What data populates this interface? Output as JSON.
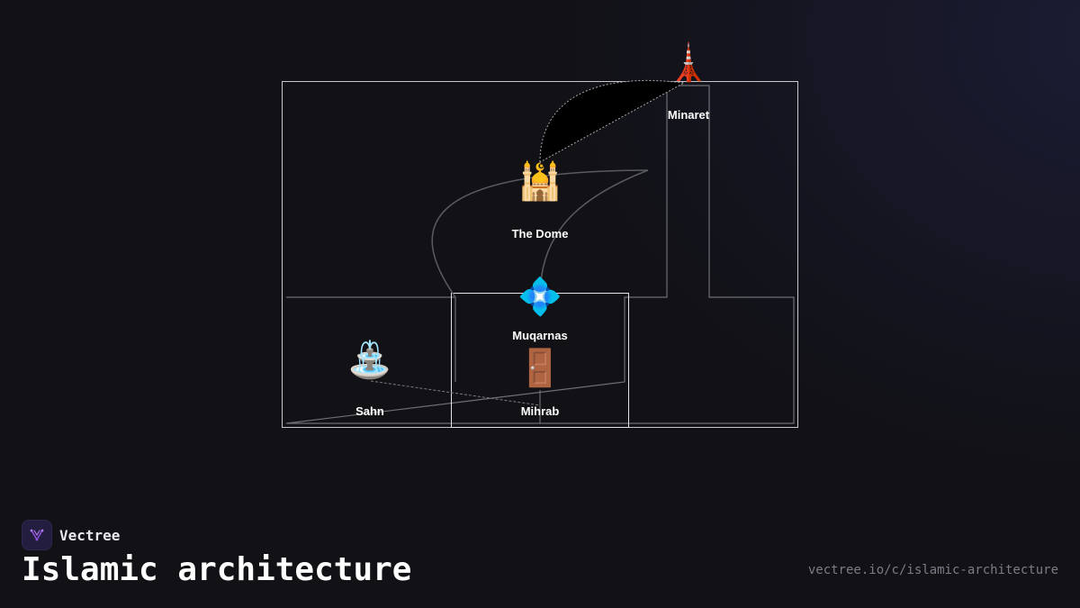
{
  "diagram": {
    "nodes": [
      {
        "id": "minaret",
        "label": "Minaret",
        "icon": "tokyo-tower-emoji",
        "glyph": "🗼"
      },
      {
        "id": "dome",
        "label": "The Dome",
        "icon": "mosque-emoji",
        "glyph": "🕌"
      },
      {
        "id": "muqarnas",
        "label": "Muqarnas",
        "icon": "diamond-with-dot-emoji",
        "glyph": "💠"
      },
      {
        "id": "sahn",
        "label": "Sahn",
        "icon": "fountain-emoji",
        "glyph": "⛲"
      },
      {
        "id": "mihrab",
        "label": "Mihrab",
        "icon": "door-emoji",
        "glyph": "🚪"
      }
    ],
    "colors": {
      "background": "#111116",
      "frame": "#c8c8cc",
      "connector": "#5a5a60",
      "label": "#ffffff"
    }
  },
  "footer": {
    "brand_name": "Vectree",
    "title": "Islamic architecture",
    "url": "vectree.io/c/islamic-architecture",
    "brand_color": "#8e4fd8"
  }
}
